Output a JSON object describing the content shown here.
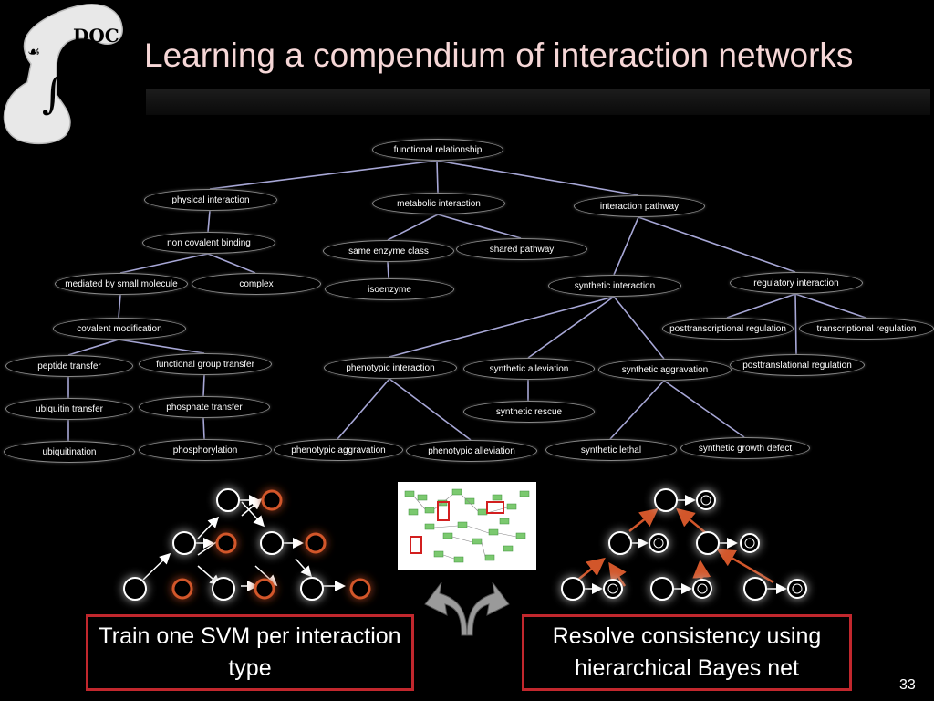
{
  "slide": {
    "title": "Learning a compendium of interaction networks",
    "page_number": "33"
  },
  "ontology": {
    "nodes": [
      {
        "id": "functional-relationship",
        "label": "functional relationship"
      },
      {
        "id": "physical-interaction",
        "label": "physical interaction"
      },
      {
        "id": "metabolic-interaction",
        "label": "metabolic interaction"
      },
      {
        "id": "interaction-pathway",
        "label": "interaction pathway"
      },
      {
        "id": "non-covalent-binding",
        "label": "non covalent binding"
      },
      {
        "id": "same-enzyme-class",
        "label": "same enzyme class"
      },
      {
        "id": "shared-pathway",
        "label": "shared pathway"
      },
      {
        "id": "mediated-by-small-molecule",
        "label": "mediated by small molecule"
      },
      {
        "id": "complex",
        "label": "complex"
      },
      {
        "id": "isoenzyme",
        "label": "isoenzyme"
      },
      {
        "id": "synthetic-interaction",
        "label": "synthetic interaction"
      },
      {
        "id": "regulatory-interaction",
        "label": "regulatory interaction"
      },
      {
        "id": "covalent-modification",
        "label": "covalent modification"
      },
      {
        "id": "posttranscriptional-regulation",
        "label": "posttranscriptional regulation"
      },
      {
        "id": "transcriptional-regulation",
        "label": "transcriptional regulation"
      },
      {
        "id": "peptide-transfer",
        "label": "peptide transfer"
      },
      {
        "id": "functional-group-transfer",
        "label": "functional group transfer"
      },
      {
        "id": "phenotypic-interaction",
        "label": "phenotypic interaction"
      },
      {
        "id": "synthetic-alleviation",
        "label": "synthetic alleviation"
      },
      {
        "id": "synthetic-aggravation",
        "label": "synthetic aggravation"
      },
      {
        "id": "posttranslational-regulation",
        "label": "posttranslational regulation"
      },
      {
        "id": "ubiquitin-transfer",
        "label": "ubiquitin transfer"
      },
      {
        "id": "phosphate-transfer",
        "label": "phosphate transfer"
      },
      {
        "id": "synthetic-rescue",
        "label": "synthetic rescue"
      },
      {
        "id": "ubiquitination",
        "label": "ubiquitination"
      },
      {
        "id": "phosphorylation",
        "label": "phosphorylation"
      },
      {
        "id": "phenotypic-aggravation",
        "label": "phenotypic aggravation"
      },
      {
        "id": "phenotypic-alleviation",
        "label": "phenotypic alleviation"
      },
      {
        "id": "synthetic-lethal",
        "label": "synthetic lethal"
      },
      {
        "id": "synthetic-growth-defect",
        "label": "synthetic growth defect"
      }
    ],
    "edges": [
      [
        "functional-relationship",
        "physical-interaction"
      ],
      [
        "functional-relationship",
        "metabolic-interaction"
      ],
      [
        "functional-relationship",
        "interaction-pathway"
      ],
      [
        "physical-interaction",
        "non-covalent-binding"
      ],
      [
        "metabolic-interaction",
        "same-enzyme-class"
      ],
      [
        "metabolic-interaction",
        "shared-pathway"
      ],
      [
        "non-covalent-binding",
        "mediated-by-small-molecule"
      ],
      [
        "non-covalent-binding",
        "complex"
      ],
      [
        "same-enzyme-class",
        "isoenzyme"
      ],
      [
        "interaction-pathway",
        "synthetic-interaction"
      ],
      [
        "interaction-pathway",
        "regulatory-interaction"
      ],
      [
        "mediated-by-small-molecule",
        "covalent-modification"
      ],
      [
        "regulatory-interaction",
        "posttranscriptional-regulation"
      ],
      [
        "regulatory-interaction",
        "transcriptional-regulation"
      ],
      [
        "regulatory-interaction",
        "posttranslational-regulation"
      ],
      [
        "covalent-modification",
        "peptide-transfer"
      ],
      [
        "covalent-modification",
        "functional-group-transfer"
      ],
      [
        "synthetic-interaction",
        "phenotypic-interaction"
      ],
      [
        "synthetic-interaction",
        "synthetic-alleviation"
      ],
      [
        "synthetic-interaction",
        "synthetic-aggravation"
      ],
      [
        "peptide-transfer",
        "ubiquitin-transfer"
      ],
      [
        "functional-group-transfer",
        "phosphate-transfer"
      ],
      [
        "synthetic-alleviation",
        "synthetic-rescue"
      ],
      [
        "ubiquitin-transfer",
        "ubiquitination"
      ],
      [
        "phosphate-transfer",
        "phosphorylation"
      ],
      [
        "phenotypic-interaction",
        "phenotypic-aggravation"
      ],
      [
        "phenotypic-interaction",
        "phenotypic-alleviation"
      ],
      [
        "synthetic-aggravation",
        "synthetic-lethal"
      ],
      [
        "synthetic-aggravation",
        "synthetic-growth-defect"
      ]
    ]
  },
  "callouts": {
    "left": "Train one SVM per interaction type",
    "right": "Resolve consistency using hierarchical Bayes net"
  },
  "colors": {
    "title": "#f6d7d7",
    "edge": "#a7a7d6",
    "callout_border": "#c1272d",
    "arrow_orange": "#d2562a",
    "ring_orange": "#d2562a"
  }
}
